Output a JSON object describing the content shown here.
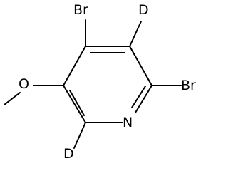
{
  "molecule": {
    "atoms": {
      "br_top": "Br",
      "d_top": "D",
      "o": "O",
      "br_right": "Br",
      "n": "N",
      "d_bottom": "D"
    }
  }
}
